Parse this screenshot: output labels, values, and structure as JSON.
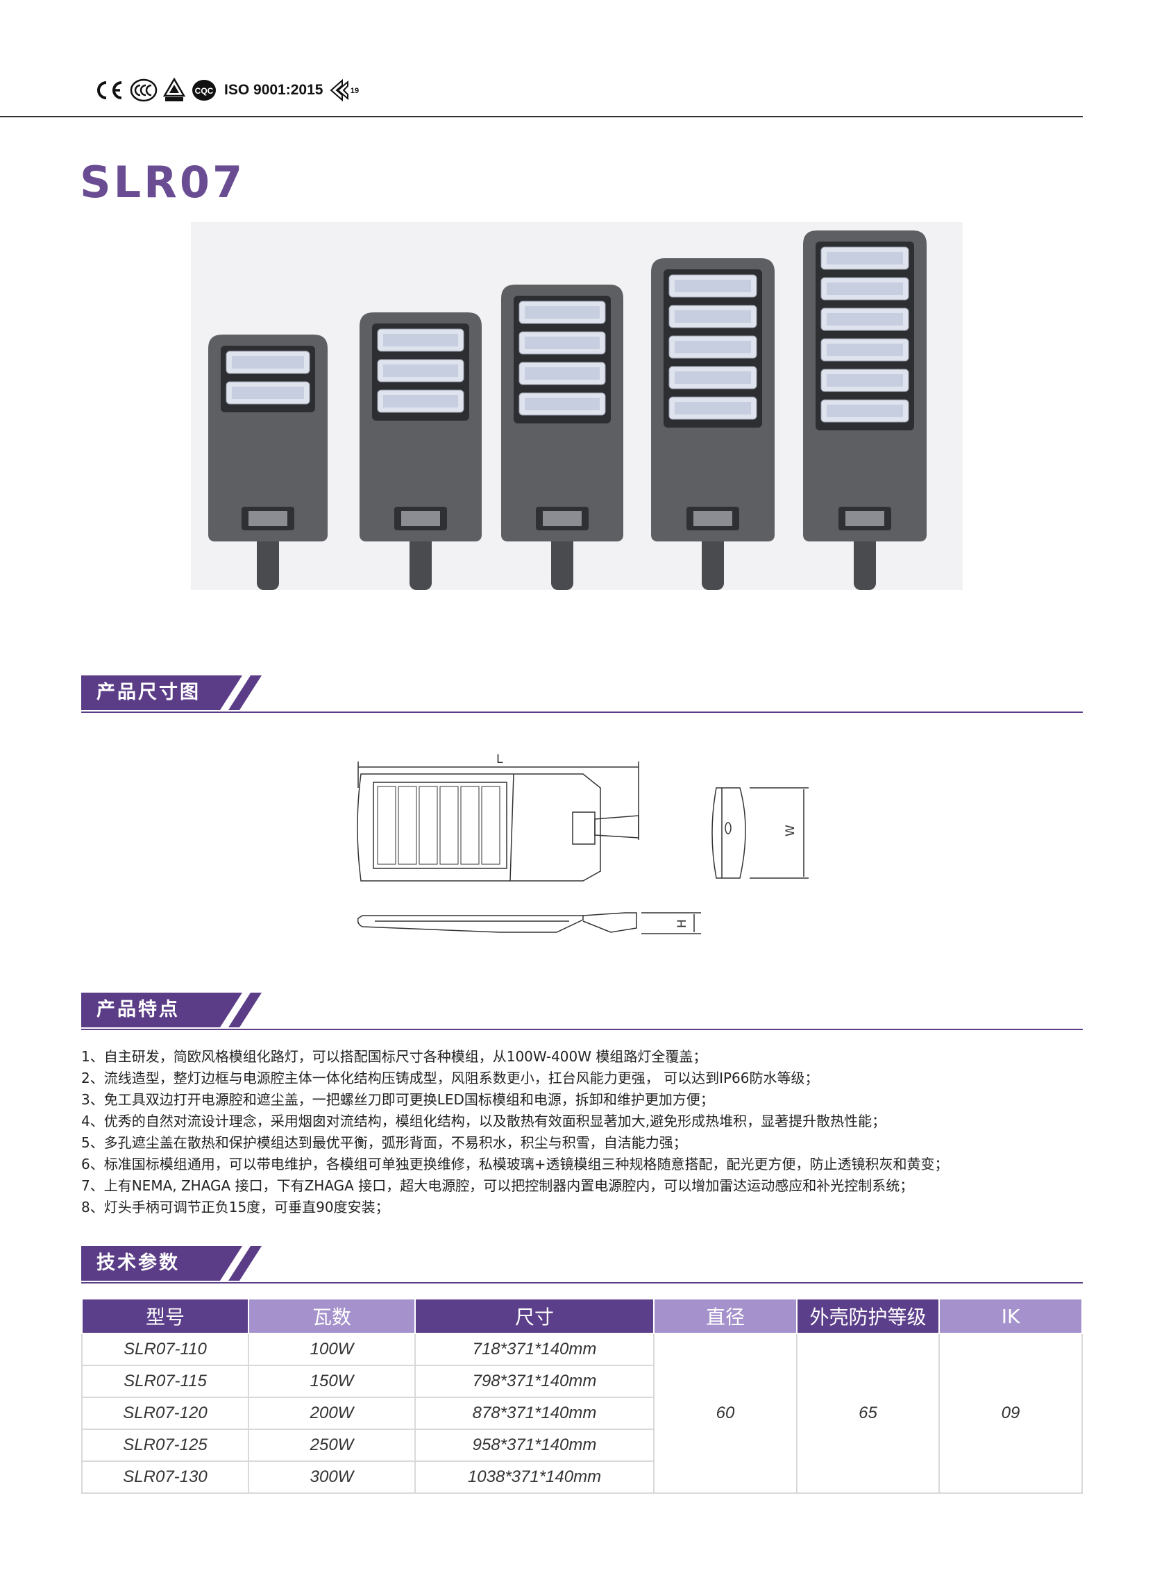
{
  "certifications": {
    "marks": [
      "CE",
      "CCC",
      "TUV",
      "CQC"
    ],
    "iso_text": "ISO 9001:2015",
    "extra_mark": "19"
  },
  "product": {
    "title": "SLR07",
    "variants_shown": 5,
    "module_counts": [
      2,
      3,
      4,
      5,
      6
    ]
  },
  "dimension_drawing": {
    "label_length": "L",
    "label_width": "W",
    "label_height": "H"
  },
  "sections": {
    "dimensions": "产品尺寸图",
    "features": "产品特点",
    "specs": "技术参数"
  },
  "features": [
    "1、自主研发，简欧风格模组化路灯，可以搭配国标尺寸各种模组，从100W-400W 模组路灯全覆盖；",
    "2、流线造型，整灯边框与电源腔主体一体化结构压铸成型，风阻系数更小，扛台风能力更强， 可以达到IP66防水等级；",
    "3、免工具双边打开电源腔和遮尘盖，一把螺丝刀即可更换LED国标模组和电源，拆卸和维护更加方便；",
    "4、优秀的自然对流设计理念，采用烟囱对流结构，模组化结构，以及散热有效面积显著加大,避免形成热堆积，显著提升散热性能；",
    "5、多孔遮尘盖在散热和保护模组达到最优平衡，弧形背面，不易积水，积尘与积雪，自洁能力强；",
    "6、标准国标模组通用，可以带电维护，各模组可单独更换维修，私模玻璃+透镜模组三种规格随意搭配，配光更方便，防止透镜积灰和黄变；",
    "7、上有NEMA, ZHAGA 接口，下有ZHAGA 接口，超大电源腔，可以把控制器内置电源腔内，可以增加雷达运动感应和补光控制系统；",
    "8、灯头手柄可调节正负15度，可垂直90度安装；"
  ],
  "spec_table": {
    "headers": [
      "型号",
      "瓦数",
      "尺寸",
      "直径",
      "外壳防护等级",
      "IK"
    ],
    "rows": [
      {
        "model": "SLR07-110",
        "watt": "100W",
        "size": "718*371*140mm"
      },
      {
        "model": "SLR07-115",
        "watt": "150W",
        "size": "798*371*140mm"
      },
      {
        "model": "SLR07-120",
        "watt": "200W",
        "size": "878*371*140mm"
      },
      {
        "model": "SLR07-125",
        "watt": "250W",
        "size": "958*371*140mm"
      },
      {
        "model": "SLR07-130",
        "watt": "300W",
        "size": "1038*371*140mm"
      }
    ],
    "diameter": "60",
    "ip": "65",
    "ik": "09"
  },
  "colors": {
    "brand_purple": "#6a4c93",
    "header_dark": "#5c3f8a",
    "header_light": "#a592cc",
    "lamp_body": "#5e5f63"
  }
}
